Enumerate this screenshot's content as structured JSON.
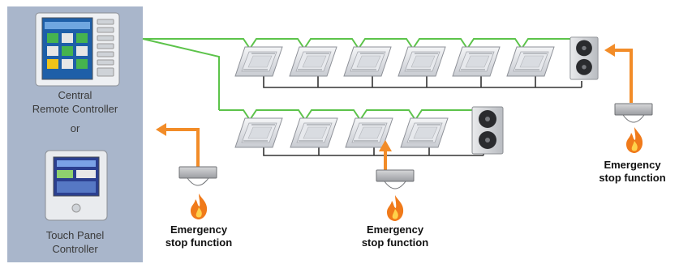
{
  "controllers": {
    "central_label_line1": "Central",
    "central_label_line2": "Remote Controller",
    "or_label": "or",
    "touch_label_line1": "Touch Panel",
    "touch_label_line2": "Controller"
  },
  "sensors": [
    {
      "label_line1": "Emergency",
      "label_line2": "stop function"
    },
    {
      "label_line1": "Emergency",
      "label_line2": "stop function"
    },
    {
      "label_line1": "Emergency",
      "label_line2": "stop function"
    }
  ],
  "colors": {
    "panel_bg": "#a9b6cb",
    "signal_line": "#5cc34a",
    "refrigerant_line": "#333333",
    "alert_arrow": "#f28c28",
    "flame": "#f07a1a",
    "flame_inner": "#ffd24a"
  },
  "icons": {
    "indoor_unit": "ceiling-cassette-icon",
    "outdoor_unit": "outdoor-unit-icon",
    "sensor": "gas-sensor-icon",
    "flame": "flame-icon",
    "arrow": "arrow-icon"
  }
}
